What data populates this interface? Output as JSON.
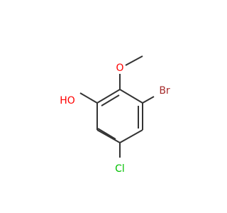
{
  "molecule": {
    "atoms": {
      "hydroxyl": {
        "text": "HO",
        "color": "#ff0000"
      },
      "ether_oxygen": {
        "text": "O",
        "color": "#ff0000"
      },
      "bromine": {
        "text": "Br",
        "color": "#a52a2a"
      },
      "chlorine": {
        "text": "Cl",
        "color": "#00c000"
      }
    },
    "bond_color": "#333333"
  }
}
